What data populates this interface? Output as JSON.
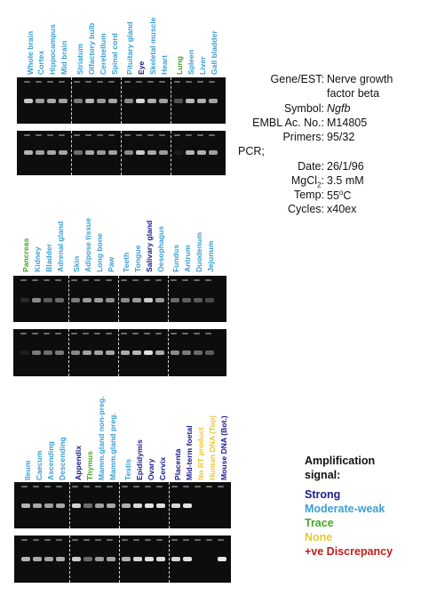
{
  "gene_info": {
    "gene_label": "Gene/EST:",
    "gene_value_line1": "Nerve growth",
    "gene_value_line2": "factor beta",
    "symbol_label": "Symbol:",
    "symbol_value": "Ngfb",
    "embl_label": "EMBL Ac. No.:",
    "embl_value": "M14805",
    "primers_label": "Primers:",
    "primers_value": "95/32",
    "pcr_label": "PCR;",
    "date_label": "Date:",
    "date_value": "26/1/96",
    "mgcl_label_main": "MgCl",
    "mgcl_label_sub": "2",
    "mgcl_label_colon": ":",
    "mgcl_value": "3.5 mM",
    "temp_label": "Temp:",
    "temp_value_num": "55",
    "temp_value_sup": "o",
    "temp_value_unit": "C",
    "cycles_label": "Cycles:",
    "cycles_value": "x40ex"
  },
  "panels": [
    {
      "lanes": [
        {
          "label": "Whole brain",
          "signal": "moderate"
        },
        {
          "label": "Cortex",
          "signal": "moderate"
        },
        {
          "label": "Hippocampus",
          "signal": "moderate"
        },
        {
          "label": "Mid brain",
          "signal": "moderate"
        },
        {
          "label": "Striatum",
          "signal": "moderate"
        },
        {
          "label": "Olfactory bulb",
          "signal": "moderate"
        },
        {
          "label": "Cerebellum",
          "signal": "moderate"
        },
        {
          "label": "Spinal cord",
          "signal": "moderate"
        },
        {
          "label": "Pituitary gland",
          "signal": "moderate"
        },
        {
          "label": "Eye",
          "signal": "strong"
        },
        {
          "label": "Skeletal muscle",
          "signal": "moderate"
        },
        {
          "label": "Heart",
          "signal": "moderate"
        },
        {
          "label": "Lung",
          "signal": "trace"
        },
        {
          "label": "Spleen",
          "signal": "moderate"
        },
        {
          "label": "Liver",
          "signal": "moderate"
        },
        {
          "label": "Gall bladder",
          "signal": "moderate"
        }
      ]
    },
    {
      "lanes": [
        {
          "label": "Pancreas",
          "signal": "trace"
        },
        {
          "label": "Kidney",
          "signal": "moderate"
        },
        {
          "label": "Bladder",
          "signal": "moderate"
        },
        {
          "label": "Adrenal gland",
          "signal": "moderate"
        },
        {
          "label": "Skin",
          "signal": "moderate"
        },
        {
          "label": "Adipose tissue",
          "signal": "moderate"
        },
        {
          "label": "Long bone",
          "signal": "moderate"
        },
        {
          "label": "Paw",
          "signal": "moderate"
        },
        {
          "label": "Teeth",
          "signal": "moderate"
        },
        {
          "label": "Tongue",
          "signal": "moderate"
        },
        {
          "label": "Salivary gland",
          "signal": "strong"
        },
        {
          "label": "Oesophagus",
          "signal": "moderate"
        },
        {
          "label": "Fundus",
          "signal": "moderate"
        },
        {
          "label": "Antrum",
          "signal": "moderate"
        },
        {
          "label": "Duodenum",
          "signal": "moderate"
        },
        {
          "label": "Jejunum",
          "signal": "moderate"
        }
      ]
    },
    {
      "lanes": [
        {
          "label": "Ileum",
          "signal": "moderate"
        },
        {
          "label": "Caecum",
          "signal": "moderate"
        },
        {
          "label": "Ascending",
          "signal": "moderate"
        },
        {
          "label": "Descending",
          "signal": "moderate"
        },
        {
          "label": "Appendix",
          "signal": "strong"
        },
        {
          "label": "Thymus",
          "signal": "trace"
        },
        {
          "label": "Mamm.gland non-preg.",
          "signal": "moderate"
        },
        {
          "label": "Mamm.gland preg.",
          "signal": "moderate"
        },
        {
          "label": "Testis",
          "signal": "moderate"
        },
        {
          "label": "Epididymis",
          "signal": "strong"
        },
        {
          "label": "Ovary",
          "signal": "strong"
        },
        {
          "label": "Cervix",
          "signal": "strong"
        },
        {
          "label": "Placenta",
          "signal": "strong"
        },
        {
          "label": "Mid-term foetal",
          "signal": "strong"
        },
        {
          "label": "No RT product",
          "signal": "none"
        },
        {
          "label": "Human DNA (Top)",
          "signal": "none"
        },
        {
          "label": "Mouse DNA (Bot.)",
          "signal": "strong"
        }
      ]
    }
  ],
  "legend": {
    "title_line1": "Amplification",
    "title_line2": "signal:",
    "items": [
      {
        "label": "Strong",
        "color": "#1a1a8c"
      },
      {
        "label": "Moderate-weak",
        "color": "#3aa0d6"
      },
      {
        "label": "Trace",
        "color": "#4aa32a"
      },
      {
        "label": "None",
        "color": "#e9c73a"
      },
      {
        "label": "+ve Discrepancy",
        "color": "#c41a1a"
      }
    ]
  }
}
